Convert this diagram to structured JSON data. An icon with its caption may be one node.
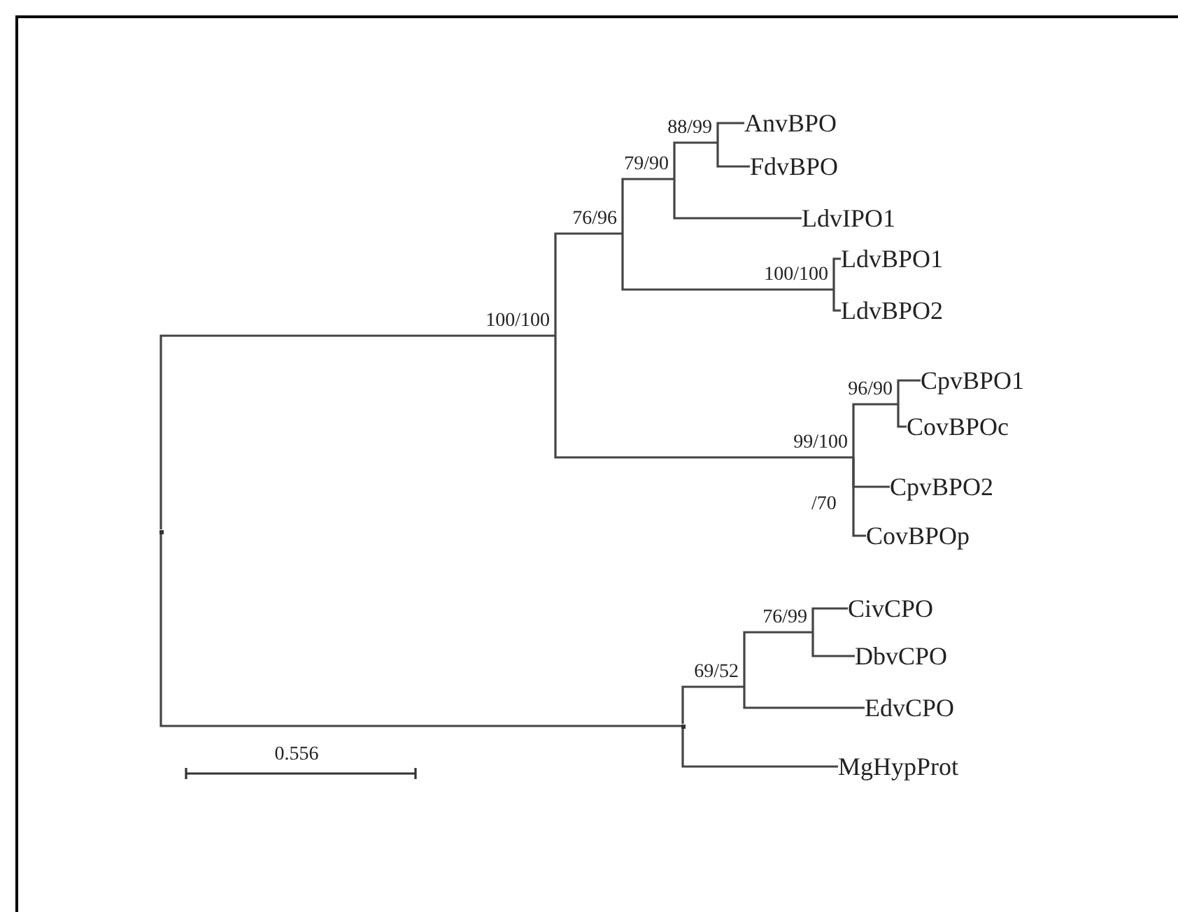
{
  "diagram": {
    "nodes": [
      {
        "text": [],
        "shape": "point"
      },
      {
        "text": [
          "100/100"
        ]
      },
      {
        "text": [
          "76/96"
        ]
      },
      {
        "text": [
          "79/90"
        ]
      },
      {
        "text": [
          "88/99"
        ]
      },
      {
        "text": [
          "AnvBPO"
        ]
      },
      {
        "text": [
          "FdvBPO"
        ]
      },
      {
        "text": [
          "LdvIPO1"
        ]
      },
      {
        "text": [
          "100/100"
        ]
      },
      {
        "text": [
          "LdvBPO1"
        ]
      },
      {
        "text": [
          "LdvBPO2"
        ]
      },
      {
        "text": [
          "99/100"
        ]
      },
      {
        "text": [
          "96/90"
        ]
      },
      {
        "text": [
          "CpvBPO1"
        ]
      },
      {
        "text": [
          "CovBPOc"
        ]
      },
      {
        "text": [
          "CpvBPO2"
        ]
      },
      {
        "text": [
          "CovBPOp"
        ]
      },
      {
        "text": [],
        "shape": "point"
      },
      {
        "text": [
          "69/52"
        ]
      },
      {
        "text": [
          "76/99"
        ]
      },
      {
        "text": [
          "CivCPO"
        ]
      },
      {
        "text": [
          "DbvCPO"
        ]
      },
      {
        "text": [
          "EdvCPO"
        ]
      },
      {
        "text": [
          "MgHypProt"
        ]
      }
    ],
    "edges": [
      {
        "from": 0,
        "to": 1,
        "arrow": "none"
      },
      {
        "from": 1,
        "to": 2,
        "arrow": "none"
      },
      {
        "from": 2,
        "to": 3,
        "arrow": "none"
      },
      {
        "from": 3,
        "to": 4,
        "arrow": "none"
      },
      {
        "from": 4,
        "to": 5,
        "arrow": "none"
      },
      {
        "from": 4,
        "to": 6,
        "arrow": "none"
      },
      {
        "from": 3,
        "to": 7,
        "arrow": "none"
      },
      {
        "from": 2,
        "to": 8,
        "arrow": "none"
      },
      {
        "from": 8,
        "to": 9,
        "arrow": "none"
      },
      {
        "from": 8,
        "to": 10,
        "arrow": "none"
      },
      {
        "from": 1,
        "to": 11,
        "arrow": "none"
      },
      {
        "from": 11,
        "to": 12,
        "arrow": "none"
      },
      {
        "from": 12,
        "to": 13,
        "arrow": "none"
      },
      {
        "from": 12,
        "to": 14,
        "arrow": "none"
      },
      {
        "from": 11,
        "to": 15,
        "arrow": "none"
      },
      {
        "from": 11,
        "to": 16,
        "arrow": "none"
      },
      {
        "from": 0,
        "to": 17,
        "arrow": "none"
      },
      {
        "from": 17,
        "to": 18,
        "arrow": "none"
      },
      {
        "from": 18,
        "to": 19,
        "arrow": "none"
      },
      {
        "from": 19,
        "to": 20,
        "arrow": "none"
      },
      {
        "from": 19,
        "to": 21,
        "arrow": "none"
      },
      {
        "from": 18,
        "to": 22,
        "arrow": "none"
      },
      {
        "from": 17,
        "to": 23,
        "arrow": "none"
      }
    ],
    "labels": [
      "/70",
      "0.556"
    ]
  }
}
